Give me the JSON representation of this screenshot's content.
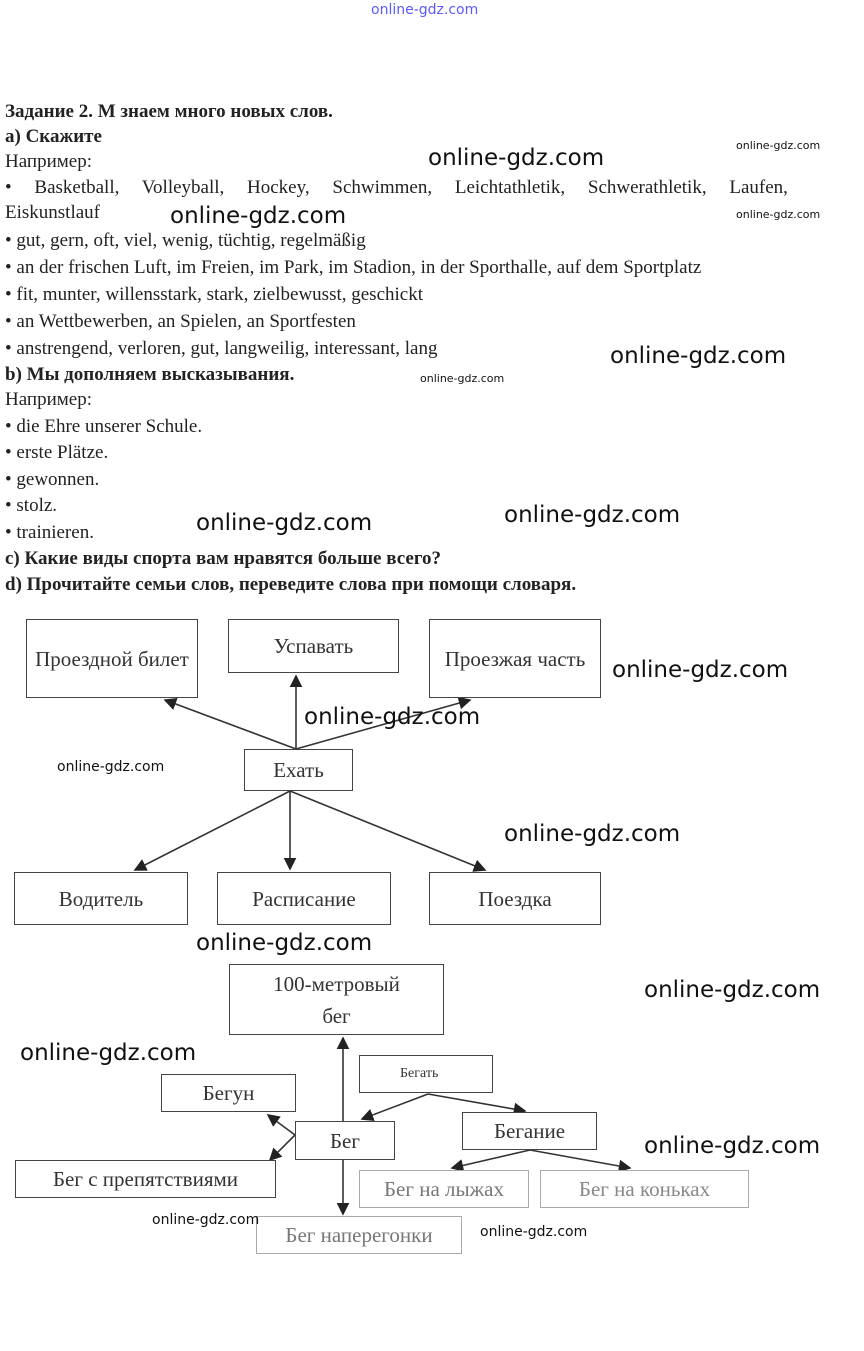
{
  "header_link": "online-gdz.com",
  "title": "Задание 2. М знаем много новых слов.",
  "a": {
    "heading": "a) Скажите",
    "example": "Например:",
    "items": [
      "Basketball, Volleyball, Hockey, Schwimmen, Leichtathletik, Schwerathletik, Laufen,",
      "Eiskunstlauf",
      "gut, gern, oft, viel, wenig, tüchtig, regelmäßig",
      "an der frischen Luft, im Freien, im Park, im Stadion, in der Sporthalle, auf dem Sportplatz",
      "fit, munter, willensstark, stark, zielbewusst, geschickt",
      "an Wettbewerben, an Spielen, an Sportfesten",
      "anstrengend, verloren, gut, langweilig, interessant, lang"
    ]
  },
  "b": {
    "heading": "b) Мы дополняем высказывания.",
    "example": "Например:",
    "items": [
      "die Ehre unserer Schule.",
      "erste Plätze.",
      "gewonnen.",
      "stolz.",
      "trainieren."
    ]
  },
  "c": {
    "heading": "c) Какие виды спорта вам нравятся больше всего?"
  },
  "d": {
    "heading": "d) Прочитайте семьи слов, переведите слова при помощи словаря."
  },
  "diagram1": {
    "center": "Ехать",
    "top": [
      "Проездной билет",
      "Успавать",
      "Проезжая часть"
    ],
    "bottom": [
      "Водитель",
      "Расписание",
      "Поездка"
    ]
  },
  "diagram2": {
    "top": "100-метровый бег",
    "begat": "Бегать",
    "begun": "Бегун",
    "beg": "Бег",
    "beganie": "Бегание",
    "obstacles": "Бег с препятствиями",
    "ski": "Бег на лыжах",
    "skates": "Бег на коньках",
    "race": "Бег наперегонки"
  },
  "watermark": "online-gdz.com"
}
